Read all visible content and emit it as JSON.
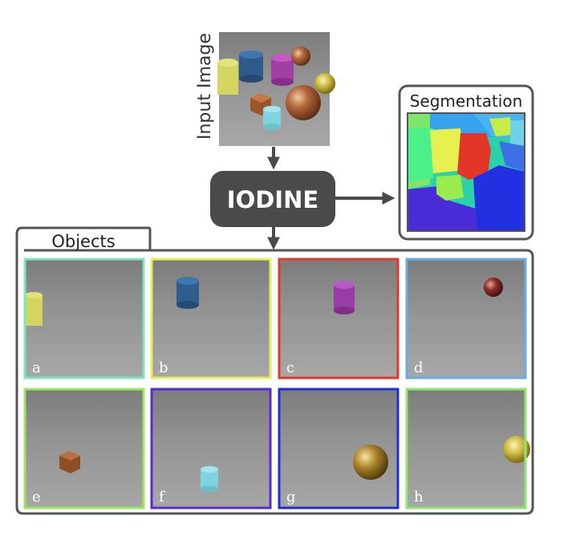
{
  "input_label": "Input Image",
  "model_label": "IODINE",
  "segmentation_label": "Segmentation",
  "objects_label": "Objects",
  "colors": {
    "dark_gray": "#4a4a4a",
    "frame_gray": "#555555",
    "scene_gray": "#8b8b8b"
  },
  "tiles": [
    {
      "letter": "a",
      "border": "#7fe3c5"
    },
    {
      "letter": "b",
      "border": "#e8ee55"
    },
    {
      "letter": "c",
      "border": "#e0382a"
    },
    {
      "letter": "d",
      "border": "#65aee6"
    },
    {
      "letter": "e",
      "border": "#9be85c"
    },
    {
      "letter": "f",
      "border": "#5a2bd3"
    },
    {
      "letter": "g",
      "border": "#1f2fd6"
    },
    {
      "letter": "h",
      "border": "#8de870"
    }
  ]
}
